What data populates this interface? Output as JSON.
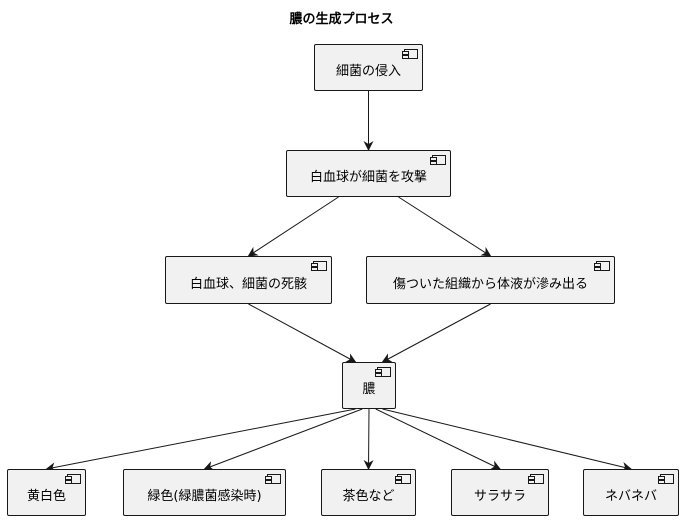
{
  "title": "膿の生成プロセス",
  "nodes": {
    "bacteria_invasion": "細菌の侵入",
    "wbc_attack": "白血球が細菌を攻撃",
    "wbc_corpses": "白血球、細菌の死骸",
    "tissue_fluid": "傷ついた組織から体液が滲み出る",
    "pus": "膿",
    "yellow_white": "黄白色",
    "green": "緑色(緑膿菌感染時)",
    "brown": "茶色など",
    "smooth": "サラサラ",
    "sticky": "ネバネバ"
  },
  "edges": [
    {
      "from": "bacteria_invasion",
      "to": "wbc_attack"
    },
    {
      "from": "wbc_attack",
      "to": "wbc_corpses"
    },
    {
      "from": "wbc_attack",
      "to": "tissue_fluid"
    },
    {
      "from": "wbc_corpses",
      "to": "pus"
    },
    {
      "from": "tissue_fluid",
      "to": "pus"
    },
    {
      "from": "pus",
      "to": "yellow_white"
    },
    {
      "from": "pus",
      "to": "green"
    },
    {
      "from": "pus",
      "to": "brown"
    },
    {
      "from": "pus",
      "to": "smooth"
    },
    {
      "from": "pus",
      "to": "sticky"
    }
  ]
}
